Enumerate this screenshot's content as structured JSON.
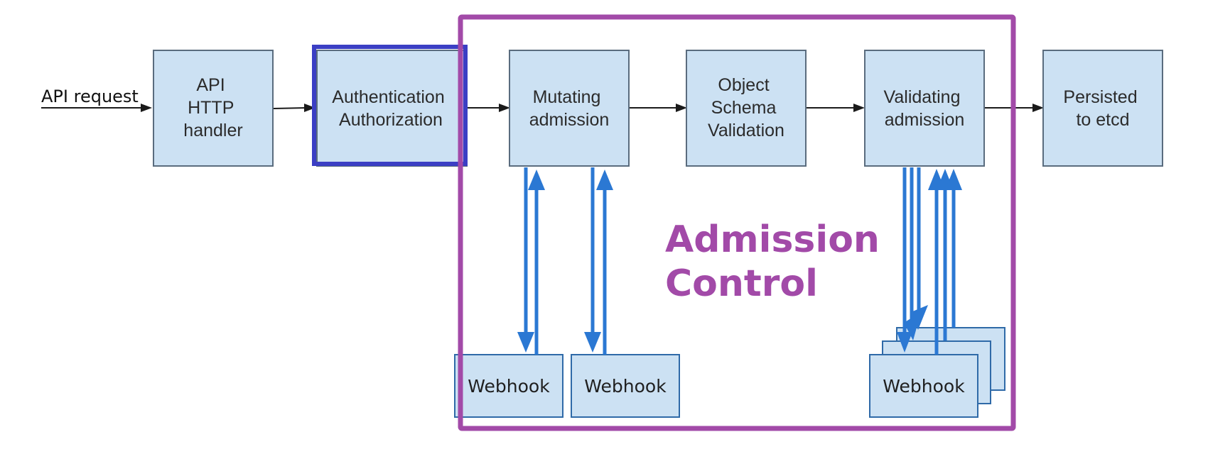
{
  "diagram": {
    "entry_label": "API request",
    "stages": [
      {
        "id": "api-http-handler",
        "lines": [
          "API",
          "HTTP",
          "handler"
        ]
      },
      {
        "id": "authentication-authorization",
        "lines": [
          "Authentication",
          "Authorization"
        ]
      },
      {
        "id": "mutating-admission",
        "lines": [
          "Mutating",
          "admission"
        ]
      },
      {
        "id": "object-schema-validation",
        "lines": [
          "Object",
          "Schema",
          "Validation"
        ]
      },
      {
        "id": "validating-admission",
        "lines": [
          "Validating",
          "admission"
        ]
      },
      {
        "id": "persisted-to-etcd",
        "lines": [
          "Persisted",
          "to etcd"
        ]
      }
    ],
    "webhooks": [
      "Webhook",
      "Webhook",
      "Webhook"
    ],
    "admission_group": {
      "lines": [
        "Admission",
        "Control"
      ]
    }
  },
  "colors": {
    "box_fill": "#cce1f3",
    "box_stroke": "#5a6c7e",
    "webhook_arrow": "#2b78d3",
    "auth_highlight": "#3b3fc4",
    "admission_group": "#a24aa8",
    "flow_arrow": "#1a1a1a"
  }
}
